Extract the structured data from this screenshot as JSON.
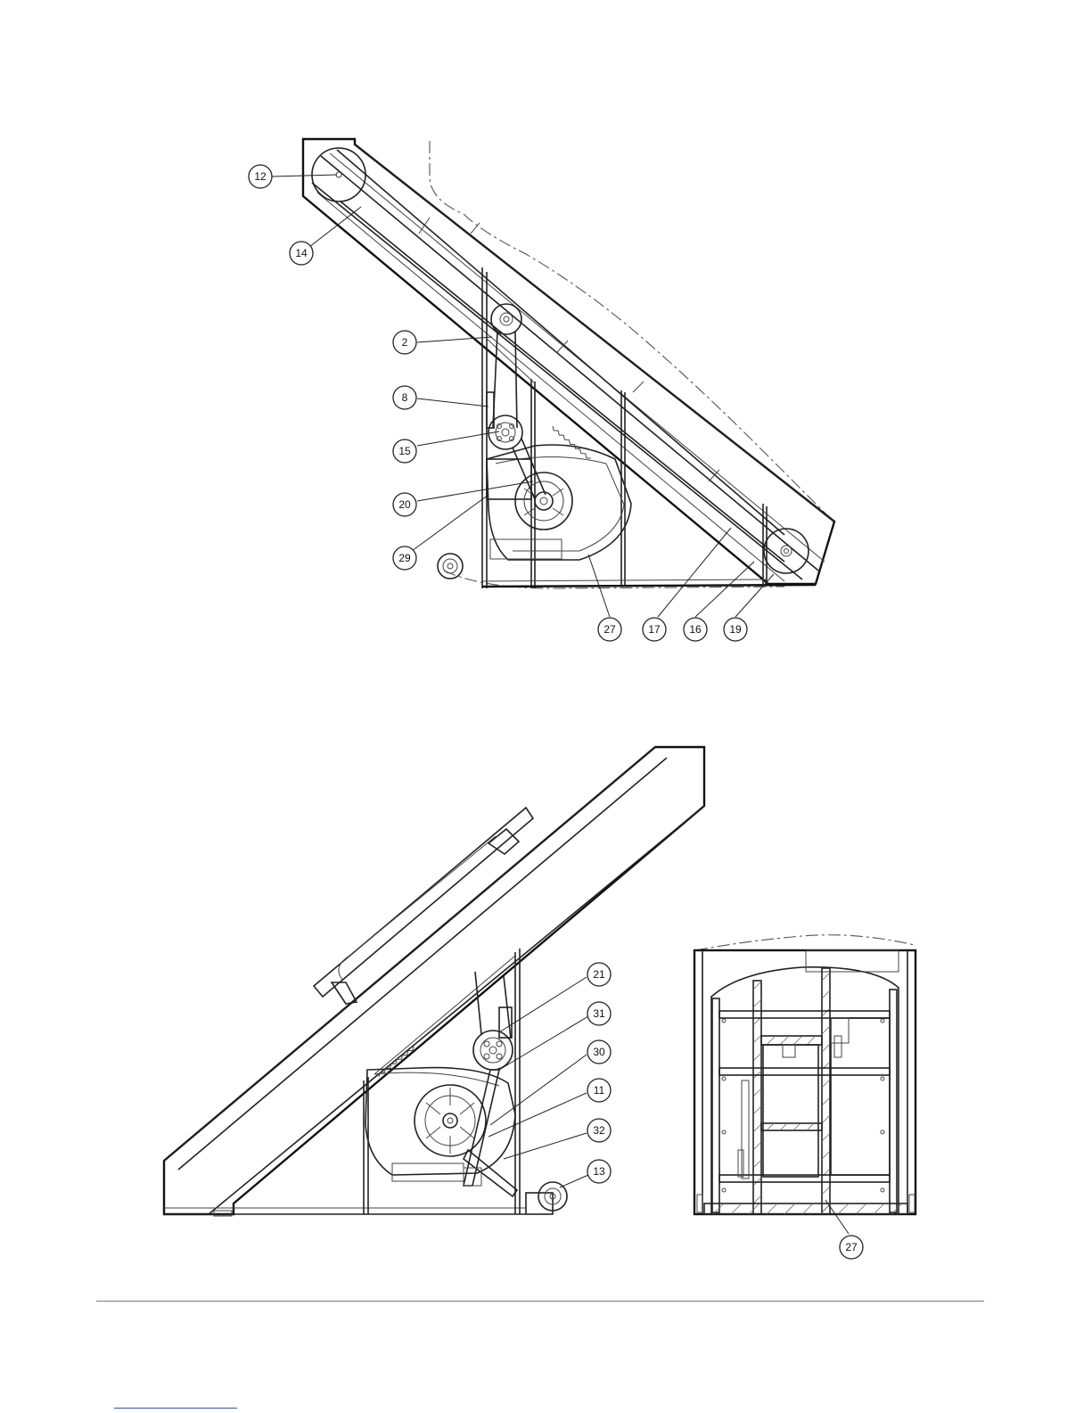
{
  "side_view_callouts": [
    "12",
    "14",
    "2",
    "8",
    "15",
    "20",
    "29",
    "27",
    "17",
    "16",
    "19"
  ],
  "lower_side_view_callouts": [
    "21",
    "31",
    "30",
    "11",
    "32",
    "13"
  ],
  "end_view_callouts": [
    "27"
  ],
  "colors": {
    "line": "#222222",
    "footer_rule": "#7a7a7a",
    "footer_link": "#2e4fd6"
  }
}
